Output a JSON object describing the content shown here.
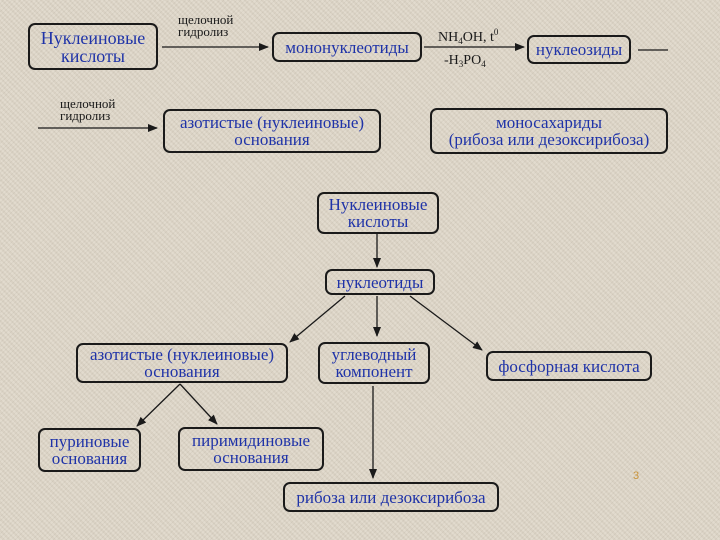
{
  "top_scheme": {
    "nucleic_acids": [
      "Нуклеиновые",
      "кислоты"
    ],
    "alkaline_hydrolysis_1": [
      "щелочной",
      "гидролиз"
    ],
    "mononucleotides": "мононуклеотиды",
    "reagent": {
      "prefix": "NH",
      "sub": "4",
      "mid": "OH, t",
      "sup": "0"
    },
    "byproduct": {
      "prefix": "-H",
      "sub1": "3",
      "mid": "PO",
      "sub2": "4"
    },
    "nucleosides": "нуклеозиды",
    "alkaline_hydrolysis_2": [
      "щелочной",
      "гидролиз"
    ],
    "nitrogen_bases": [
      "азотистые (нуклеиновые)",
      "основания"
    ],
    "monosaccharides": [
      "моносахариды",
      "(рибоза или дезоксирибоза)"
    ]
  },
  "tree_scheme": {
    "nucleic_acids": [
      "Нуклеиновые",
      "кислоты"
    ],
    "nucleotides": "нуклеотиды",
    "nitrogen_bases": [
      "азотистые (нуклеиновые)",
      "основания"
    ],
    "carbohydrate": [
      "углеводный",
      "компонент"
    ],
    "phosphoric_acid": "фосфорная кислота",
    "purine_bases": [
      "пуриновые",
      "основания"
    ],
    "pyrimidine_bases": [
      "пиримидиновые",
      "основания"
    ],
    "ribose": "рибоза или дезоксирибоза"
  },
  "page_number": "3",
  "colors": {
    "box_text": "#1f33a8",
    "border": "#1a1a1a",
    "background": "#ddd5c6",
    "page_number": "#c8933a"
  }
}
